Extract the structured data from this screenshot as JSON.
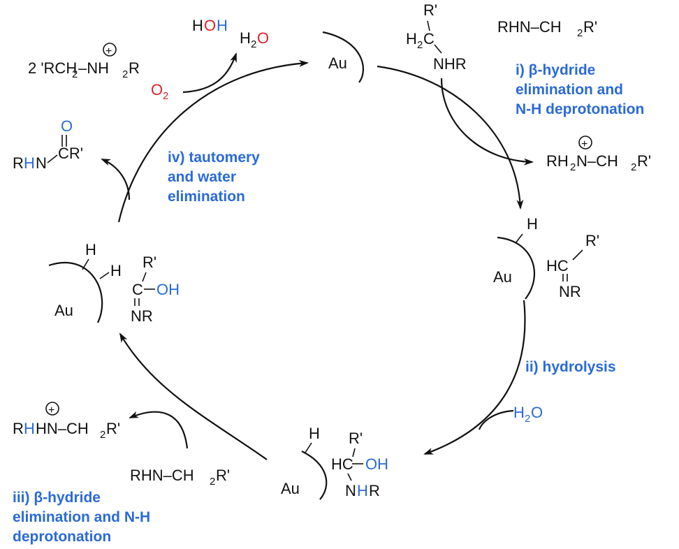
{
  "catalyst_label": "Au",
  "charge_symbol": "+",
  "steps": {
    "i": {
      "l1": "i) β-hydride",
      "l2": "elimination and",
      "l3": "N-H deprotonation"
    },
    "ii": {
      "l1": "ii) hydrolysis"
    },
    "iii": {
      "l1": "iii) β-hydride",
      "l2": "elimination and N-H",
      "l3": "deprotonation"
    },
    "iv": {
      "l1": "iv) tautomery",
      "l2": "and water",
      "l3": "elimination"
    }
  },
  "species": {
    "ammonium_left": {
      "coef": "2 'RCH",
      "mid": "–NH",
      "end": "R",
      "sub": "2"
    },
    "oxygen": {
      "text": "O",
      "sub": "2"
    },
    "water_product": {
      "h2": "H",
      "sub": "2",
      "o": "O"
    },
    "hoh": {
      "h1": "H",
      "o": "O",
      "h2": "H"
    },
    "amine_top": {
      "text": "RHN–CH",
      "sub": "2",
      "end": "R'"
    },
    "amine_bottom": {
      "text": "RHN–CH",
      "sub": "2",
      "end": "R'"
    },
    "amide": {
      "o": "O",
      "r": "R",
      "h": "H",
      "n": "N",
      "cr": "CR'"
    },
    "ammonium_right": {
      "rh": "RH",
      "sub": "2",
      "n": "N–CH",
      "end": "R'"
    },
    "ammonium_bottom_left": {
      "r": "R",
      "h": "H",
      "hn": "HN–CH",
      "sub": "2",
      "end": "R'"
    },
    "water_reagent": {
      "h": "H",
      "sub": "2",
      "o": "O"
    }
  },
  "adducts": {
    "top": {
      "r": "R'",
      "h2c": "H",
      "sub": "2",
      "c": "C",
      "nhr": "NHR"
    },
    "imine": {
      "h": "H",
      "r": "R'",
      "hc": "HC",
      "nr": "NR"
    },
    "hemiaminal": {
      "h": "H",
      "r": "R'",
      "hc": "HC",
      "oh": "OH",
      "n": "N",
      "nh": "H",
      "nr": "R"
    },
    "enol": {
      "h1": "H",
      "h2": "H",
      "r": "R'",
      "c": "C",
      "oh": "OH",
      "nr": "NR"
    }
  }
}
